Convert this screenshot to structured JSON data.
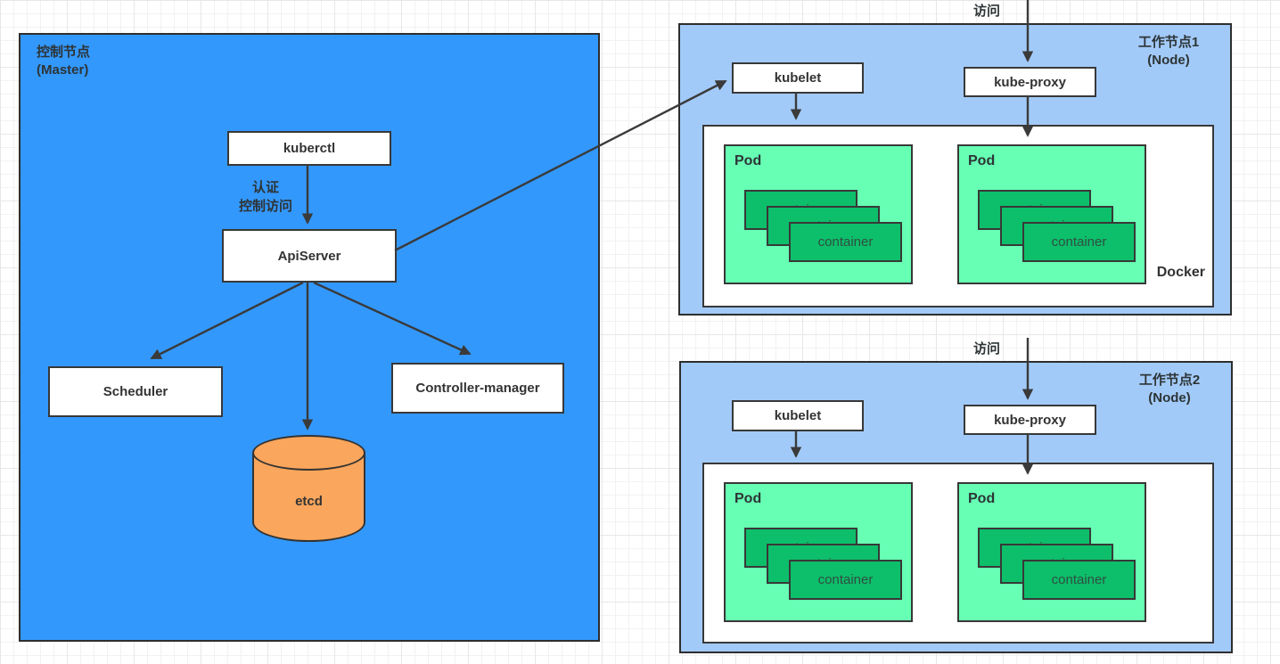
{
  "colors": {
    "master_fill": "#3398FC",
    "node_fill": "#A2CAF8",
    "pod_fill": "#66FFB3",
    "container_fill": "#0DBF6A",
    "etcd_fill": "#FAA65C",
    "box_fill": "#FFFFFF",
    "border": "#383838",
    "arrow": "#3A3A3A"
  },
  "master": {
    "title_line1": "控制节点",
    "title_line2": "(Master)",
    "kuberctl_label": "kuberctl",
    "auth_line1": "认证",
    "auth_line2": "控制访问",
    "apiserver_label": "ApiServer",
    "scheduler_label": "Scheduler",
    "controller_manager_label": "Controller-manager",
    "etcd_label": "etcd"
  },
  "node1": {
    "title_line1": "工作节点1",
    "title_line2": "(Node)",
    "access_label": "访问",
    "kubelet_label": "kubelet",
    "kube_proxy_label": "kube-proxy",
    "docker_label": "Docker",
    "pods": [
      {
        "label": "Pod",
        "containers": [
          "container",
          "container",
          "container"
        ]
      },
      {
        "label": "Pod",
        "containers": [
          "container",
          "container",
          "container"
        ]
      }
    ]
  },
  "node2": {
    "title_line1": "工作节点2",
    "title_line2": "(Node)",
    "access_label": "访问",
    "kubelet_label": "kubelet",
    "kube_proxy_label": "kube-proxy",
    "pods": [
      {
        "label": "Pod",
        "containers": [
          "container",
          "container",
          "container"
        ]
      },
      {
        "label": "Pod",
        "containers": [
          "container",
          "container",
          "container"
        ]
      }
    ]
  }
}
